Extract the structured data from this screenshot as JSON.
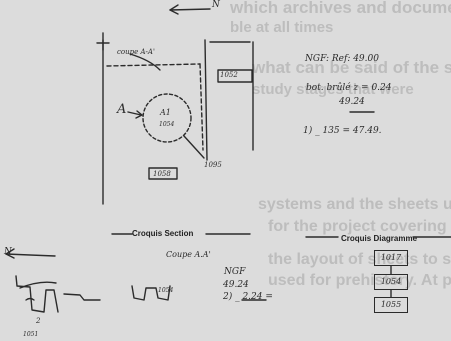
{
  "background_text": {
    "line1": "which archives and document",
    "line2": "ble at all times",
    "line3": "what can be said of the scien",
    "line4": "study stages that were",
    "line5": "systems and the sheets used. It v",
    "line6": "for the project covering the whole",
    "line7": "the layout of sheets to specify the",
    "line8": "used for prehistory. At present a",
    "line9": "",
    "line10": ""
  },
  "sketch_top": {
    "north_arrow_label": "N",
    "section_label": "coupe A-A'",
    "square_label": "1052",
    "ngf_line": "NGF: Ref: 49.00",
    "bot_line": "bot. brûlé z = 0.24",
    "bot_value": "49.24",
    "formula_line": "1) _ 135 = 47.49.",
    "plan_label": "A",
    "feature_code": "A1",
    "feature_number": "1054",
    "pointer_number": "1095",
    "box_number": "1058"
  },
  "sketch_bottom": {
    "north_arrow_label": "N",
    "section_label": "Coupe A.A'",
    "ngf_label": "NGF",
    "value1": "49.24",
    "value2": "2) _ 2.24 =",
    "bottom_code": "1051",
    "layer_number": "2",
    "box_small": "1054"
  },
  "titles": {
    "section": "Croquis Section",
    "diagram": "Croquis Diagramme"
  },
  "diagram_boxes": [
    "1017",
    "1054",
    "1055"
  ]
}
